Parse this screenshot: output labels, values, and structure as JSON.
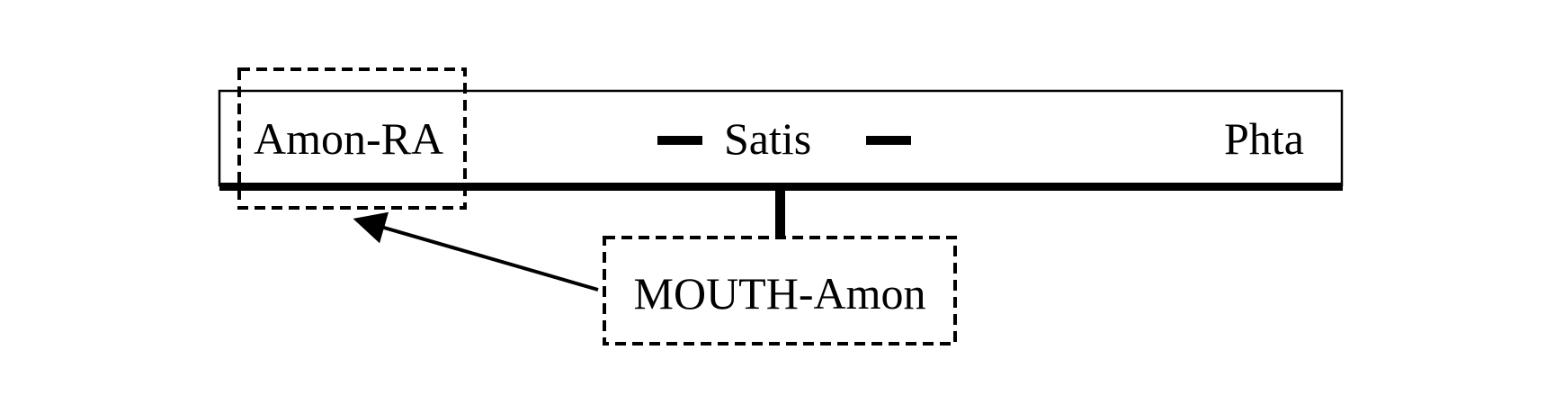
{
  "diagram": {
    "bar_labels": {
      "left": "Amon-RA",
      "center": "Satis",
      "right": "Phta"
    },
    "box_label": "MOUTH-Amon",
    "colors": {
      "ink": "#000000",
      "background": "#ffffff"
    }
  }
}
